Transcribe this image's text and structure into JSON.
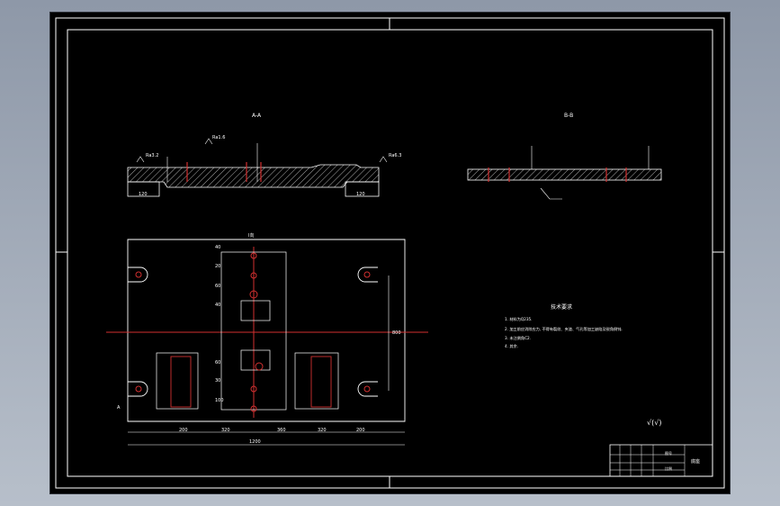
{
  "drawing": {
    "section_a_label": "A-A",
    "section_b_label": "B-B",
    "top_view_label": "I向",
    "roughness_label": "Ra3.2",
    "roughness_label_2": "Ra1.6",
    "roughness_label_3": "Ra6.3",
    "dim_left_120": "120",
    "dim_right_120": "120",
    "dim_width_total": "1200",
    "dim_row": [
      "200",
      "320",
      "360",
      "320",
      "200"
    ],
    "dim_vertical": [
      "40",
      "20",
      "60",
      "40",
      "60",
      "30",
      "100"
    ],
    "dim_right_height": "800",
    "section_cut_a": "A",
    "tech_title": "技术要求",
    "tech_notes": [
      "1. 材料为Q235.",
      "2. 加工前应消除应力, 不得有裂纹、夹渣、气孔等加工缺陷及锐角倒钝.",
      "3. 未注倒角C2.",
      "4. 其余."
    ],
    "symbol_text": "√(√)",
    "title_block": {
      "part_name": "底座",
      "cell_a": "图号",
      "cell_b": "比例"
    }
  },
  "colors": {
    "frame": "#ffffff",
    "centerline": "#d23030",
    "hole": "#d23030",
    "green": "#3adf5a",
    "hatch": "#e8e8e8"
  }
}
